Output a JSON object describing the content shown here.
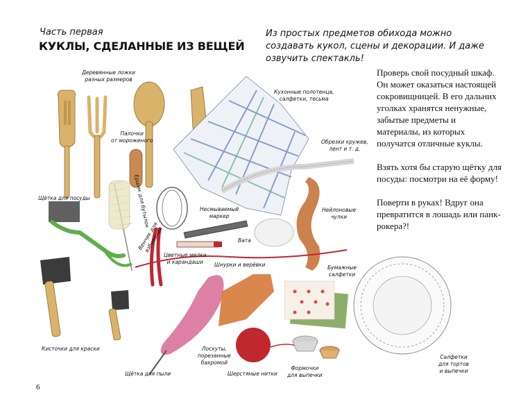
{
  "header": {
    "subtitle": "Часть первая",
    "title": "КУКЛЫ, СДЕЛАННЫЕ ИЗ ВЕЩЕЙ"
  },
  "intro": "Из простых предметов обихода можно создавать кукол, сцены и декорации. И даже озвучить спектакль!",
  "body": {
    "p1": "Проверь свой посудный шкаф. Он может оказаться настоящей сокровищницей. В его дальних уголках хранятся ненужные, забытые предметы и материалы, из которых получатся отличные куклы.",
    "p2": "Взять хотя бы старую щётку для посуды: посмотри на её форму!",
    "p3": "Поверти в руках! Вдруг она превратится в лошадь или панк-рокера?!"
  },
  "labels": {
    "spoons": "Деревянные ложки\nразных размеров",
    "towels": "Кухонные полотенца,\nсалфетки, тесьма",
    "sticks": "Палочки\nот мороженого",
    "lace": "Обрезки кружев,\nлент и т. д.",
    "bottle_brush": "Ершик для бутылок",
    "dish_brush": "Щётка для посуды",
    "marker": "Несмываемый\nмаркер",
    "whisk": "Венчик для\nвзбивания",
    "stockings": "Нейлоновые\nчулки",
    "cotton": "Вата",
    "pencils": "Цветные мелки\nи карандаши",
    "strings": "Шнурки и верёвки",
    "paper_napkins": "Бумажные\nсалфетки",
    "paint_brushes": "Кисточки для краски",
    "rags": "Лоскуты,\nпорезанные\nбахромой",
    "duster": "Щётка для пыли",
    "yarn": "Шерстяные нитки",
    "molds": "Формочки\nдля выпечки",
    "doilies": "Салфетки\nдля тортов\nи выпечки"
  },
  "page_number": "6",
  "colors": {
    "wood": "#d9b36a",
    "wood_dark": "#b98a3f",
    "green": "#5fae4a",
    "red": "#c0282d",
    "pink": "#d76a96",
    "orange": "#d57a3a",
    "plaid_blue": "#5d79b8",
    "plaid_green": "#64a88f",
    "doily_gray": "#8b8f98"
  }
}
